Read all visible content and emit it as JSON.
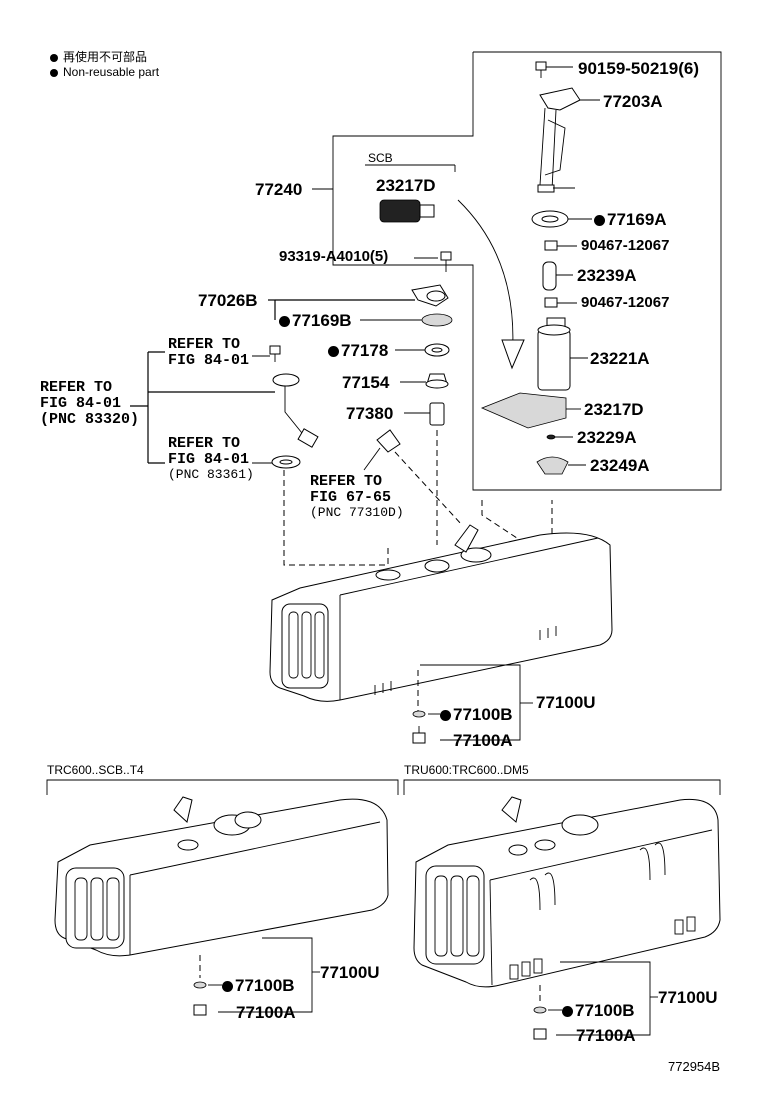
{
  "legend": {
    "line1": "再使用不可部品",
    "line2": "Non-reusable part"
  },
  "parts": {
    "p90159": "90159-50219(6)",
    "p77203A": "77203A",
    "p77240": "77240",
    "scb_label": "SCB",
    "p23217D_top": "23217D",
    "p77169A": "77169A",
    "p90467_a": "90467-12067",
    "p23239A": "23239A",
    "p90467_b": "90467-12067",
    "p93319": "93319-A4010(5)",
    "p77026B": "77026B",
    "p77169B": "77169B",
    "p77178": "77178",
    "p77154": "77154",
    "p77380": "77380",
    "p23221A": "23221A",
    "p23217D": "23217D",
    "p23229A": "23229A",
    "p23249A": "23249A",
    "p77100B": "77100B",
    "p77100A": "77100A",
    "p77100U": "77100U"
  },
  "refs": {
    "ref_a_1": "REFER TO",
    "ref_a_2": "FIG 84-01",
    "ref_b_1": "REFER TO",
    "ref_b_2": "FIG 84-01",
    "ref_b_3": "(PNC 83320)",
    "ref_c_1": "REFER TO",
    "ref_c_2": "FIG 84-01",
    "ref_c_3": "(PNC 83361)",
    "ref_d_1": "REFER TO",
    "ref_d_2": "FIG 67-65",
    "ref_d_3": "(PNC 77310D)"
  },
  "variants": {
    "left_title": "TRC600..SCB..T4",
    "right_title": "TRU600:TRC600..DM5",
    "left_77100B": "77100B",
    "left_77100A": "77100A",
    "left_77100U": "77100U",
    "right_77100B": "77100B",
    "right_77100A": "77100A",
    "right_77100U": "77100U"
  },
  "figure_id": "772954B"
}
